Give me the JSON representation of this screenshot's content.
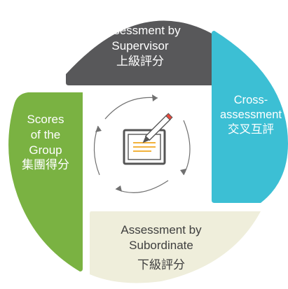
{
  "colors": {
    "top": "#58585a",
    "right": "#3cbfd4",
    "left": "#7ab242",
    "bottom": "#efeedb",
    "cycle_arrows": "#707070",
    "icon_stroke": "#555555",
    "pencil": "#e8493d",
    "note_lines": "#f2b23c"
  },
  "segments": {
    "top": {
      "line1": "Assessment by",
      "line2": "Supervisor",
      "line3": "上級評分"
    },
    "right": {
      "line1": "Cross-",
      "line2": "assessment",
      "line3": "交叉互評"
    },
    "left": {
      "line1": "Scores",
      "line2": "of the",
      "line3": "Group",
      "line4": "集團得分"
    },
    "bottom": {
      "line1": "Assessment by",
      "line2": "Subordinate",
      "line3": "下級評分"
    }
  },
  "center_icon": "notepad-pencil-icon"
}
